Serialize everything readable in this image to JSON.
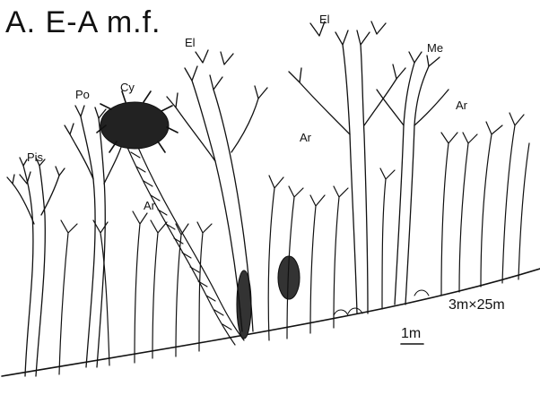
{
  "figure": {
    "title": "A. E-A m.f.",
    "plot_size": "3m×25m",
    "scale_bar": "1m"
  },
  "species_labels": {
    "pis": "Pis",
    "po": "Po",
    "cy": "Cy",
    "el_left": "El",
    "el_top": "El",
    "me": "Me",
    "ar_left": "Ar",
    "ar_center": "Ar",
    "ar_right": "Ar"
  }
}
